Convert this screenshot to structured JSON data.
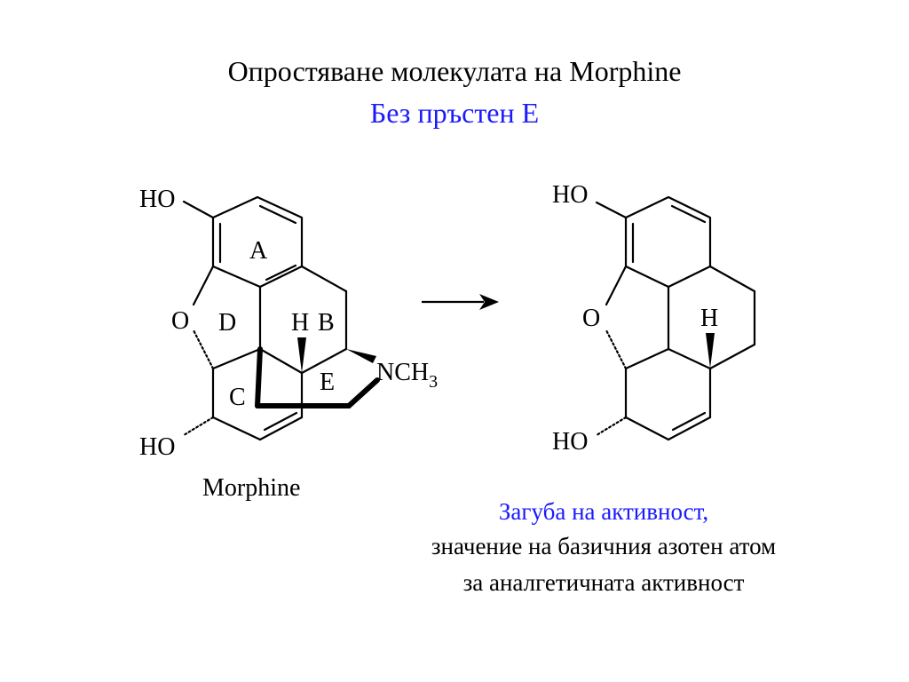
{
  "slide": {
    "title": "Опростяване молекулата на Morphine",
    "subtitle": "Без пръстен Е",
    "subtitle_color": "#1a1aff"
  },
  "morphine": {
    "name": "Morphine",
    "labels": {
      "ho_top": "HO",
      "ho_bottom": "HO",
      "oxygen": "O",
      "hydrogen": "H",
      "nitrogen_group": "NCH",
      "subscript": "3",
      "ring_a": "A",
      "ring_b": "B",
      "ring_c": "C",
      "ring_d": "D",
      "ring_e": "E"
    }
  },
  "analog": {
    "labels": {
      "ho_top": "HO",
      "ho_bottom": "HO",
      "oxygen": "O",
      "hydrogen": "H"
    }
  },
  "conclusion": {
    "line1": "Загуба на активност,",
    "line1_color": "#1a1aff",
    "line2": "значение на базичния азотен атом",
    "line3": "за аналгетичната активност"
  }
}
